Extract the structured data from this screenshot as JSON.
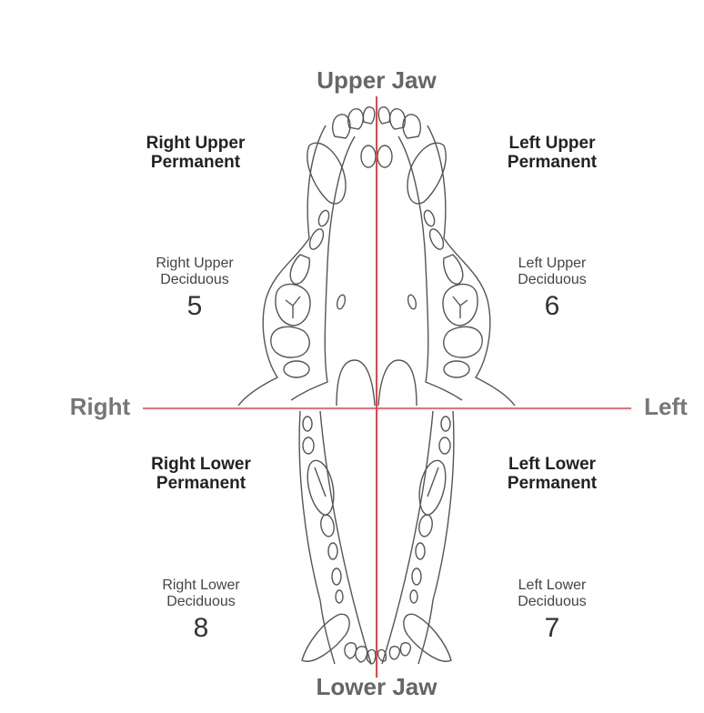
{
  "jaws": {
    "upper": "Upper Jaw",
    "lower": "Lower Jaw"
  },
  "sides": {
    "right": "Right",
    "left": "Left"
  },
  "quadrants": {
    "right_upper_permanent": {
      "line1": "Right Upper",
      "line2": "Permanent"
    },
    "left_upper_permanent": {
      "line1": "Left Upper",
      "line2": "Permanent"
    },
    "right_lower_permanent": {
      "line1": "Right Lower",
      "line2": "Permanent"
    },
    "left_lower_permanent": {
      "line1": "Left Lower",
      "line2": "Permanent"
    },
    "right_upper_deciduous": {
      "line1": "Right Upper",
      "line2": "Deciduous",
      "number": "5"
    },
    "left_upper_deciduous": {
      "line1": "Left Upper",
      "line2": "Deciduous",
      "number": "6"
    },
    "right_lower_deciduous": {
      "line1": "Right Lower",
      "line2": "Deciduous",
      "number": "8"
    },
    "left_lower_deciduous": {
      "line1": "Left Lower",
      "line2": "Deciduous",
      "number": "7"
    }
  },
  "colors": {
    "axis_line": "#e0474c",
    "outline": "#555555"
  }
}
